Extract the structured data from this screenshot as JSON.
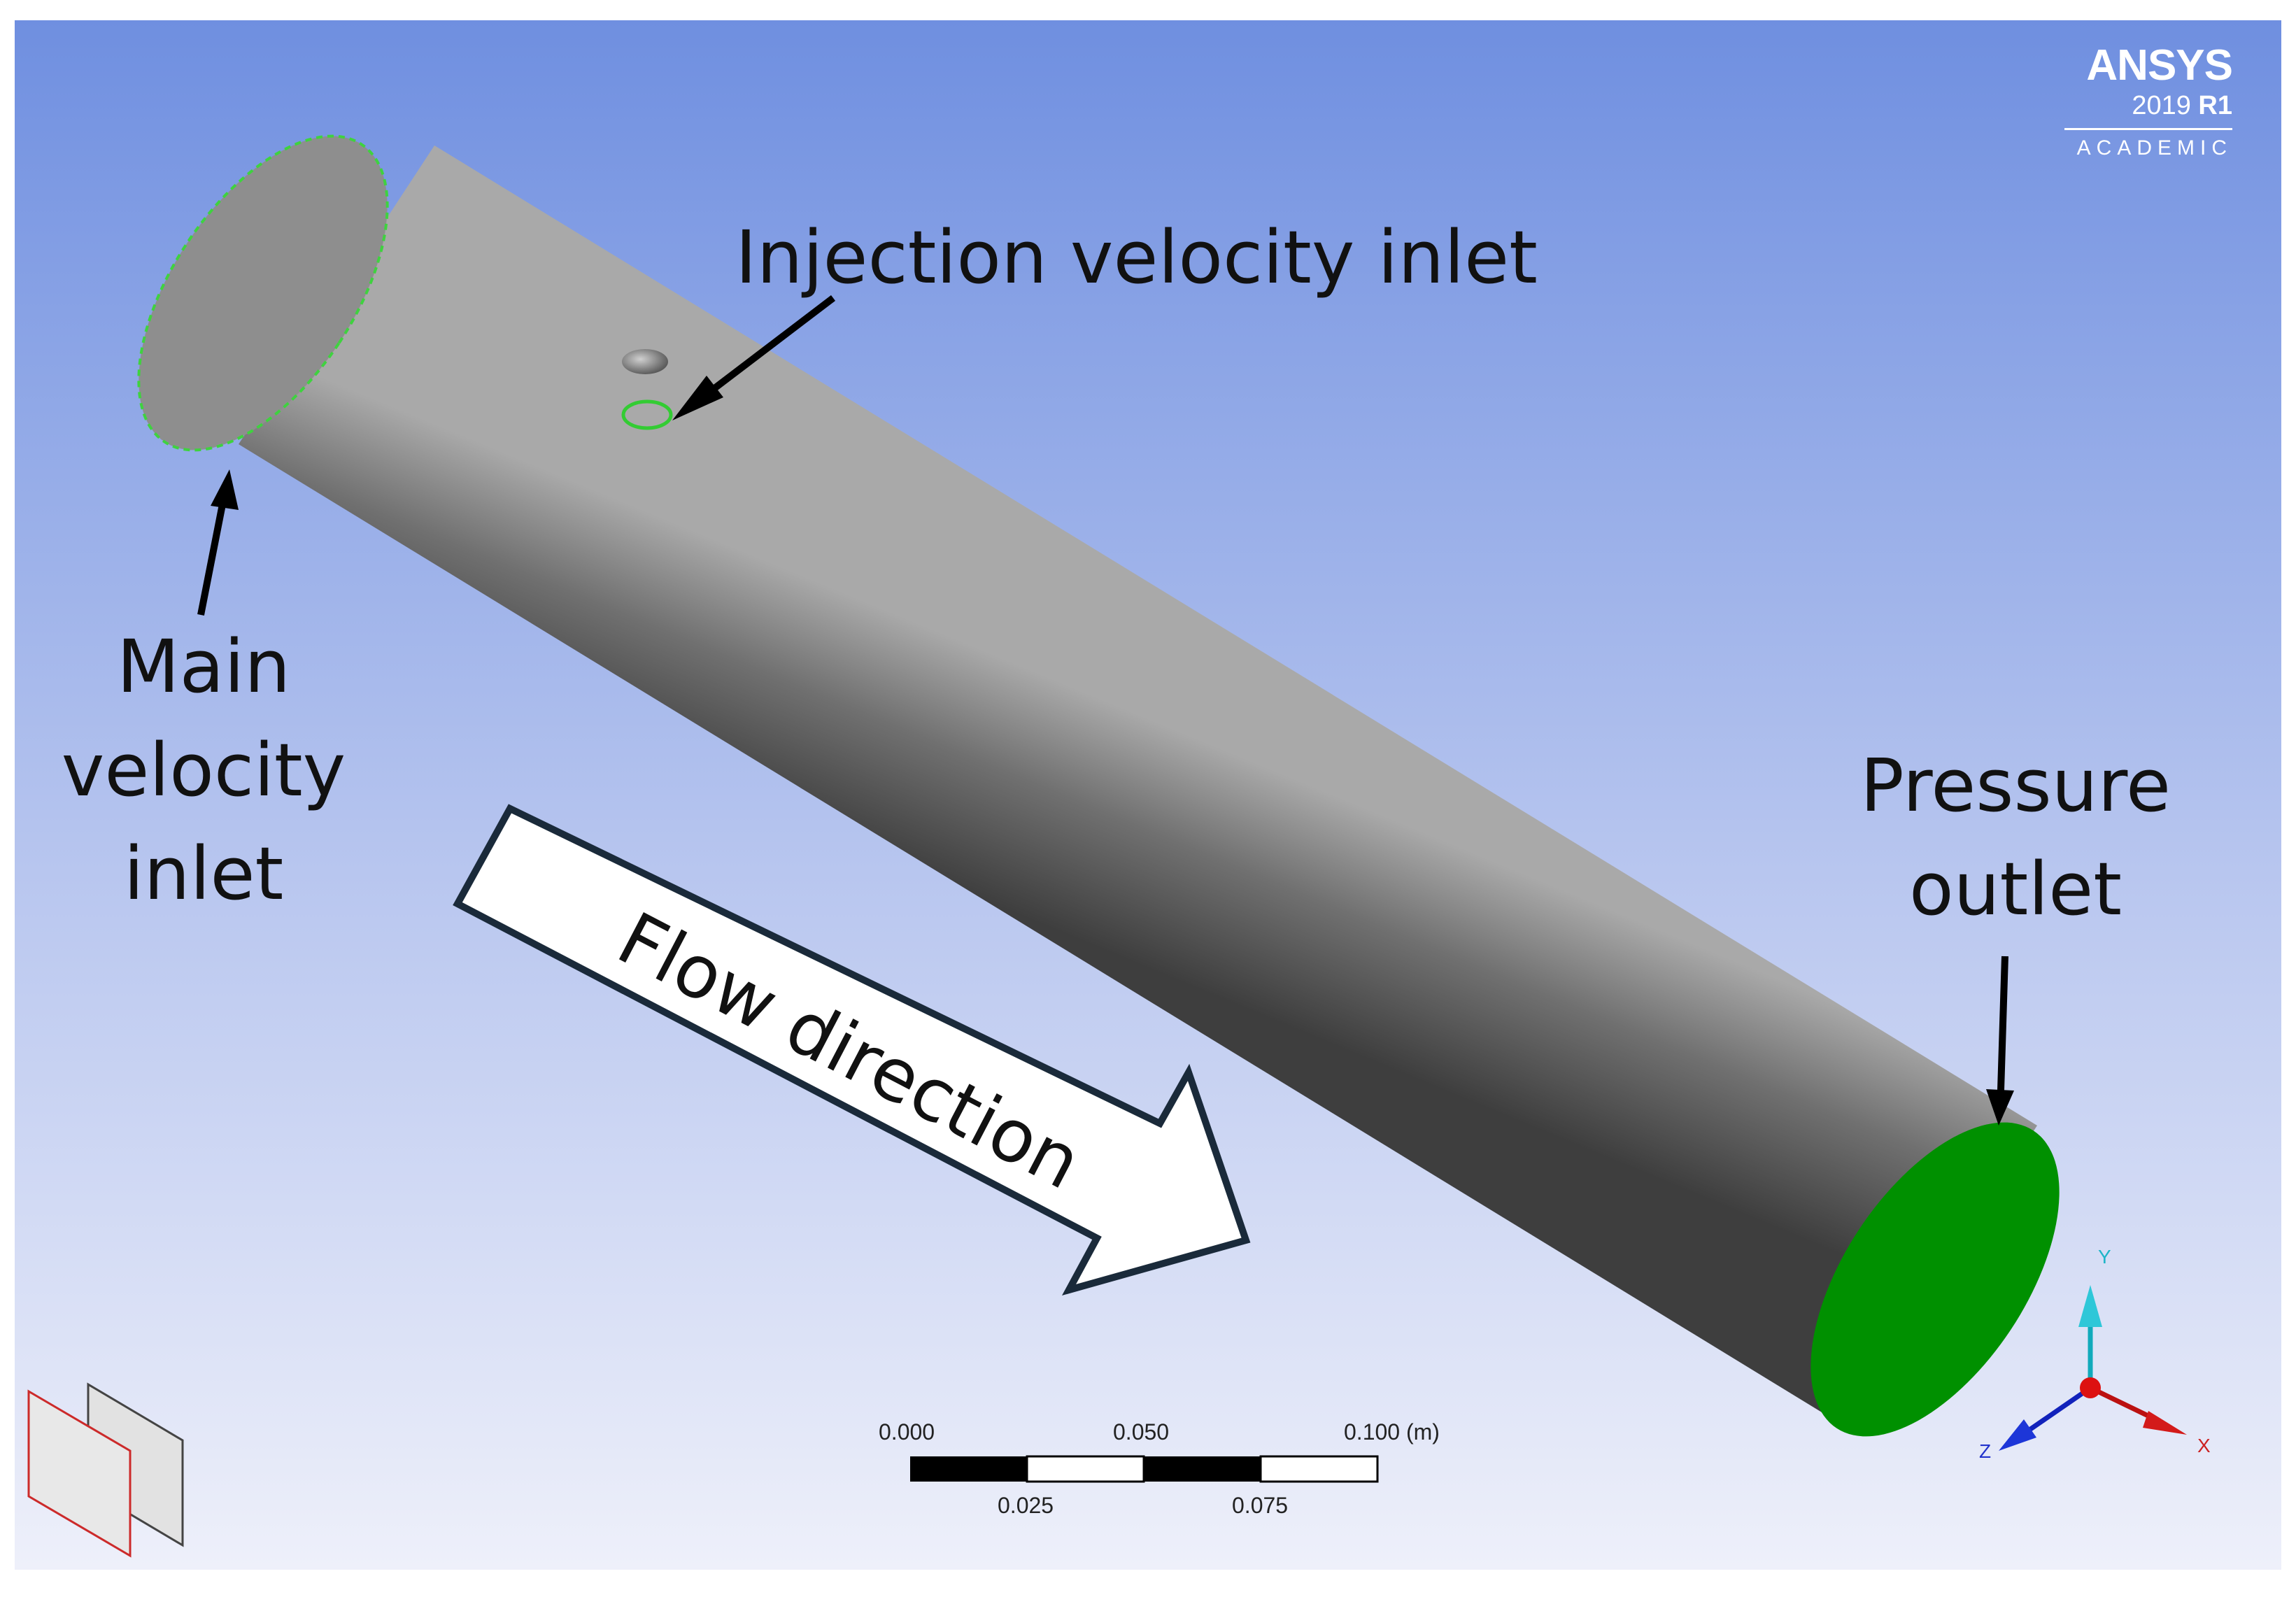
{
  "brand": {
    "name": "ANSYS",
    "version": "2019",
    "release": "R1",
    "edition": "ACADEMIC"
  },
  "annotations": {
    "injection_inlet": "Injection velocity inlet",
    "main_inlet": [
      "Main",
      "velocity",
      "inlet"
    ],
    "pressure_outlet": [
      "Pressure",
      "outlet"
    ],
    "flow_direction": "Flow direction"
  },
  "scale_bar": {
    "top_labels": [
      "0.000",
      "0.050",
      "0.100 (m)"
    ],
    "bottom_labels": [
      "0.025",
      "0.075"
    ]
  },
  "triad": {
    "x": "X",
    "y": "Y",
    "z": "Z"
  },
  "colors": {
    "background_top": "#6f8fe0",
    "background_bottom": "#eef0fa",
    "cylinder_light": "#a8a8a8",
    "cylinder_dark": "#404040",
    "outlet_face": "#009000",
    "selection_edge": "#33cc33",
    "axis_x": "#cc1111",
    "axis_y": "#11bbcc",
    "axis_z": "#1133cc"
  }
}
